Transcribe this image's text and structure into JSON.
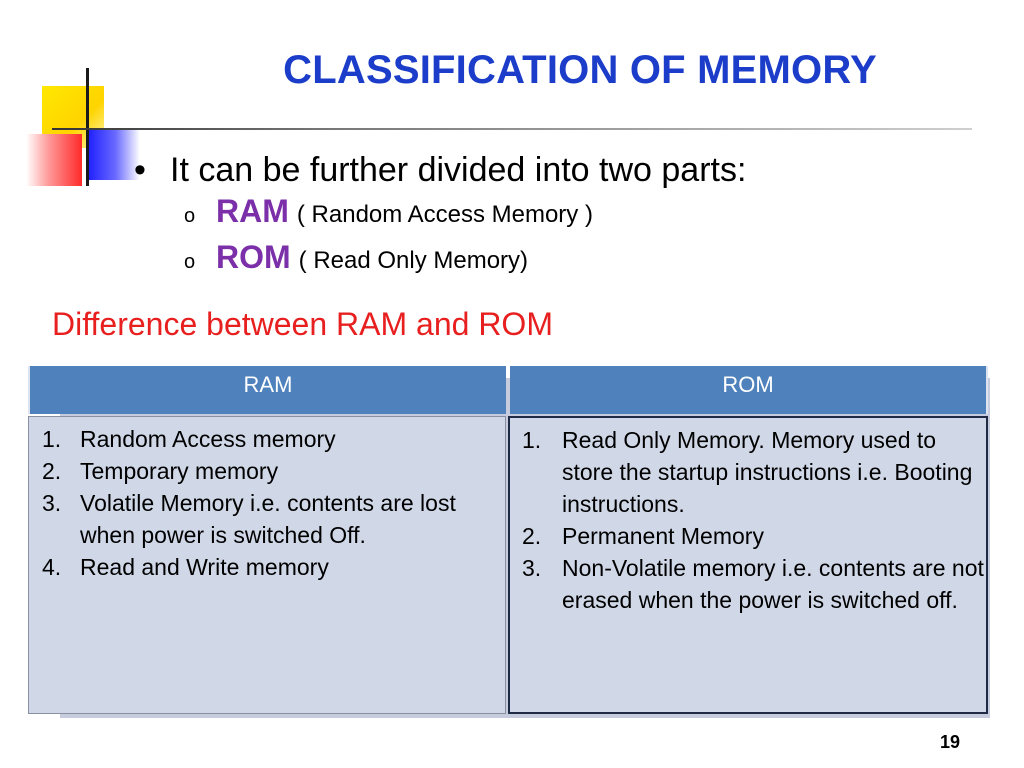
{
  "slide": {
    "title": "CLASSIFICATION OF MEMORY",
    "bullet": "It can be further divided into two parts:",
    "sub_items": [
      {
        "term": "RAM",
        "desc": "( Random Access Memory )"
      },
      {
        "term": "ROM",
        "desc": "( Read Only Memory)"
      }
    ],
    "difference_heading": "Difference between RAM and ROM",
    "page_number": "19"
  },
  "table": {
    "headers": [
      "RAM",
      "ROM"
    ],
    "ram_items": [
      {
        "num": "1.",
        "text": "Random Access memory"
      },
      {
        "num": "2.",
        "text": "Temporary memory"
      },
      {
        "num": "3.",
        "text": "Volatile Memory i.e. contents are lost when power is switched Off."
      },
      {
        "num": "4.",
        "text": "Read and Write memory"
      }
    ],
    "rom_items": [
      {
        "num": "1.",
        "text": "Read Only Memory. Memory used to store the startup instructions i.e. Booting instructions."
      },
      {
        "num": "2.",
        "text": "Permanent Memory"
      },
      {
        "num": "3.",
        "text": "Non-Volatile memory i.e. contents are not erased when the power is switched off."
      }
    ]
  },
  "colors": {
    "title": "#1c3dc9",
    "term": "#7b2fa8",
    "difference_heading": "#e81f1f",
    "table_header": "#4f81bd",
    "table_body": "#d0d8e8"
  }
}
